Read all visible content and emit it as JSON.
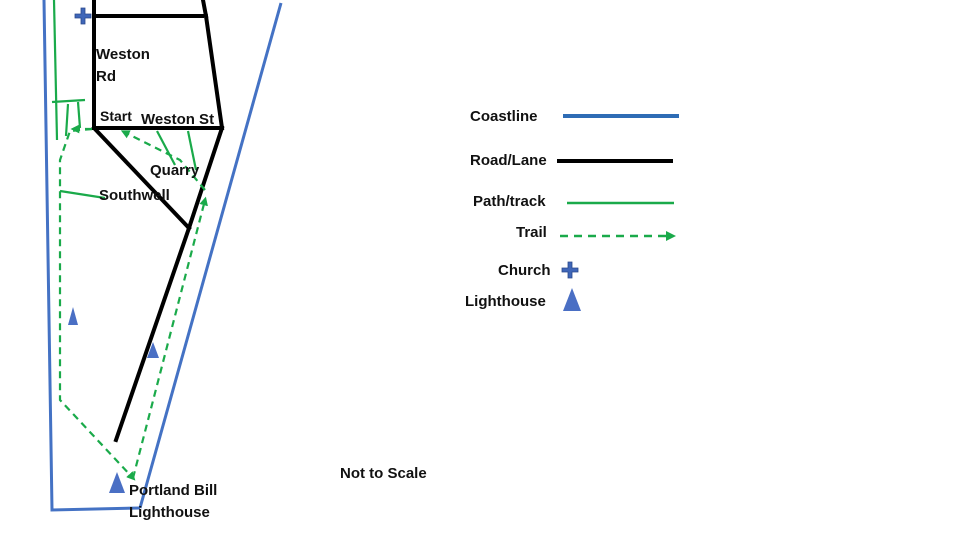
{
  "colors": {
    "coastline": "#4472c4",
    "road": "#000000",
    "path": "#1aaa4a",
    "church": "#3f66b8",
    "lighthouse": "#4a6fc4"
  },
  "map": {
    "labels": {
      "weston_rd_line1": "Weston",
      "weston_rd_line2": "Rd",
      "start": "Start",
      "weston_st": "Weston St",
      "quarry": "Quarry",
      "southwell": "Southwell",
      "portland_bill_line1": "Portland Bill",
      "portland_bill_line2": "Lighthouse"
    },
    "note": "Not to Scale"
  },
  "legend": {
    "items": [
      {
        "label": "Coastline",
        "symbol": "coastline-line"
      },
      {
        "label": "Road/Lane",
        "symbol": "road-line"
      },
      {
        "label": "Path/track",
        "symbol": "path-line"
      },
      {
        "label": "Trail",
        "symbol": "trail-dashed-arrow"
      },
      {
        "label": "Church",
        "symbol": "church-icon"
      },
      {
        "label": "Lighthouse",
        "symbol": "lighthouse-icon"
      }
    ]
  }
}
